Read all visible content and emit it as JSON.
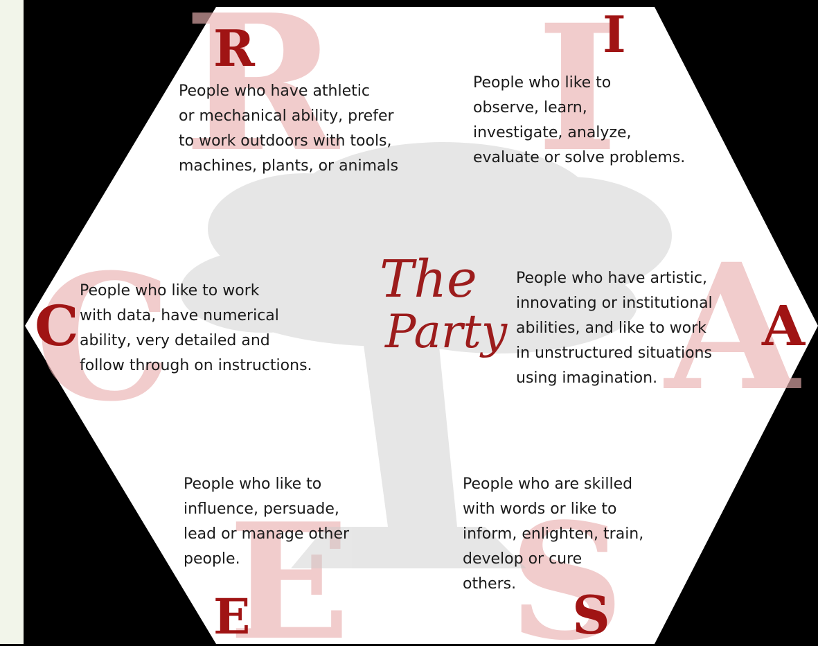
{
  "hexagon": {
    "fill": "#ffffff",
    "background": "#000000",
    "accent": "#a01414",
    "watermark": "#e8a0a0"
  },
  "letters": {
    "r": "R",
    "i": "I",
    "c": "C",
    "a": "A",
    "e": "E",
    "s": "S"
  },
  "descriptions": {
    "realistic": "People who have athletic\nor mechanical ability, prefer\nto work outdoors with tools,\nmachines, plants, or animals",
    "investigative": "People who like to\nobserve, learn,\ninvestigate, analyze,\nevaluate or solve problems.",
    "conventional": "People who like to work\nwith data, have numerical\nability, very detailed and\nfollow through on instructions.",
    "artistic": "People who have artistic,\ninnovating or institutional\nabilities, and like to work\nin unstructured situations\nusing imagination.",
    "enterprising": "People who like to\ninfluence, persuade,\nlead or manage other\npeople.",
    "social": "People who are skilled\nwith words or like to\ninform, enlighten, train,\ndevelop or cure\nothers."
  },
  "logo": {
    "line1": "The",
    "line2": "Party"
  }
}
